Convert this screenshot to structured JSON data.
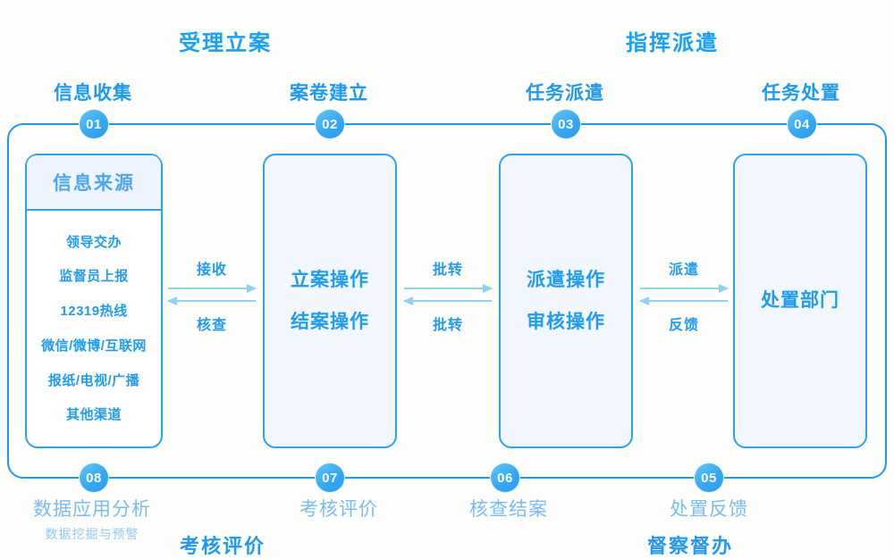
{
  "theme": {
    "background": "#fdfdfb",
    "primary": "#1b9bf0",
    "accent": "#18a0fb",
    "node_fill": "#f2f7fe",
    "node_border": "#2aa3f4",
    "connector": "#8ed2f7",
    "muted_label": "#78bdf2",
    "badge_gradient_from": "#5ec8f8",
    "badge_gradient_to": "#2b9af2"
  },
  "top_sections": [
    {
      "label": "受理立案"
    },
    {
      "label": "指挥派遣"
    }
  ],
  "bottom_sections": [
    {
      "label": "考核评价"
    },
    {
      "label": "督察督办"
    }
  ],
  "steps_top": [
    {
      "number": "01",
      "title": "信息收集"
    },
    {
      "number": "02",
      "title": "案卷建立"
    },
    {
      "number": "03",
      "title": "任务派遣"
    },
    {
      "number": "04",
      "title": "任务处置"
    }
  ],
  "steps_bottom": [
    {
      "number": "05",
      "title": "处置反馈",
      "sub": ""
    },
    {
      "number": "06",
      "title": "核查结案",
      "sub": ""
    },
    {
      "number": "07",
      "title": "考核评价",
      "sub": ""
    },
    {
      "number": "08",
      "title": "数据应用分析",
      "sub": "数据挖掘与预警"
    }
  ],
  "nodes": [
    {
      "id": "node1",
      "header": "信息来源",
      "items": [
        "领导交办",
        "监督员上报",
        "12319热线",
        "微信/微博/互联网",
        "报纸/电视/广播",
        "其他渠道"
      ]
    },
    {
      "id": "node2",
      "lines": [
        "立案操作",
        "结案操作"
      ]
    },
    {
      "id": "node3",
      "lines": [
        "派遣操作",
        "审核操作"
      ]
    },
    {
      "id": "node4",
      "lines": [
        "处置部门"
      ]
    }
  ],
  "connectors": [
    {
      "id": "c1",
      "top_label": "接收",
      "bottom_label": "核查"
    },
    {
      "id": "c2",
      "top_label": "批转",
      "bottom_label": "批转"
    },
    {
      "id": "c3",
      "top_label": "派遣",
      "bottom_label": "反馈"
    }
  ]
}
